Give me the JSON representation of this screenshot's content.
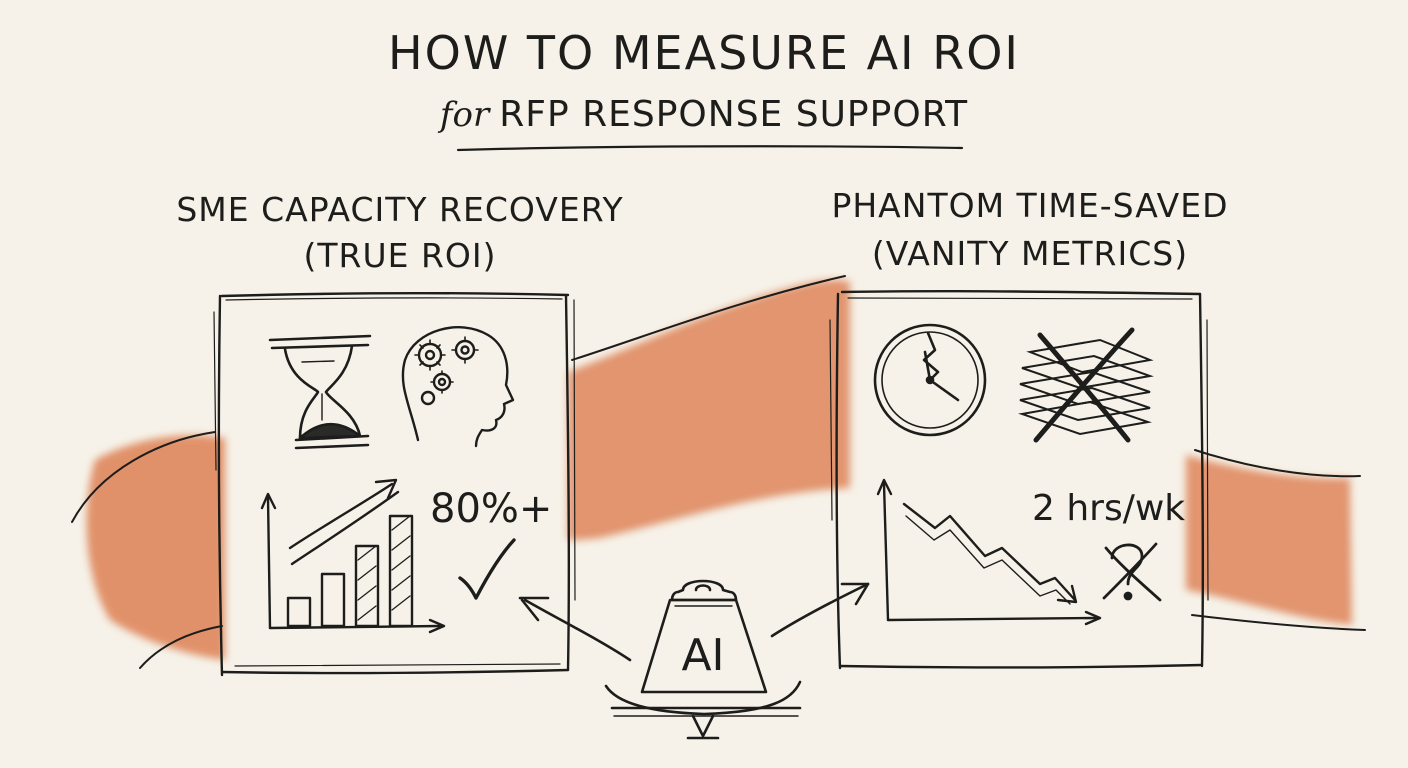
{
  "header": {
    "title": "HOW TO MEASURE AI ROI",
    "subtitle_prefix": "for",
    "subtitle_main": "RFP RESPONSE SUPPORT"
  },
  "left_panel": {
    "heading": "SME CAPACITY RECOVERY",
    "subheading": "(TRUE ROI)",
    "stat": "80%+",
    "icons": [
      "hourglass-icon",
      "brain-gears-icon",
      "rising-bar-chart-icon",
      "checkmark-icon"
    ]
  },
  "right_panel": {
    "heading": "PHANTOM TIME-SAVED",
    "subheading": "(VANITY METRICS)",
    "stat": "2 hrs/wk",
    "icons": [
      "broken-clock-icon",
      "crossed-papers-icon",
      "declining-line-chart-icon",
      "crossed-question-icon"
    ]
  },
  "center": {
    "weight_label": "AI",
    "icons": [
      "weight-scale-icon"
    ]
  },
  "colors": {
    "paper": "#f6f2e9",
    "ink": "#1d1d1b",
    "watercolor": "#d9703f"
  }
}
